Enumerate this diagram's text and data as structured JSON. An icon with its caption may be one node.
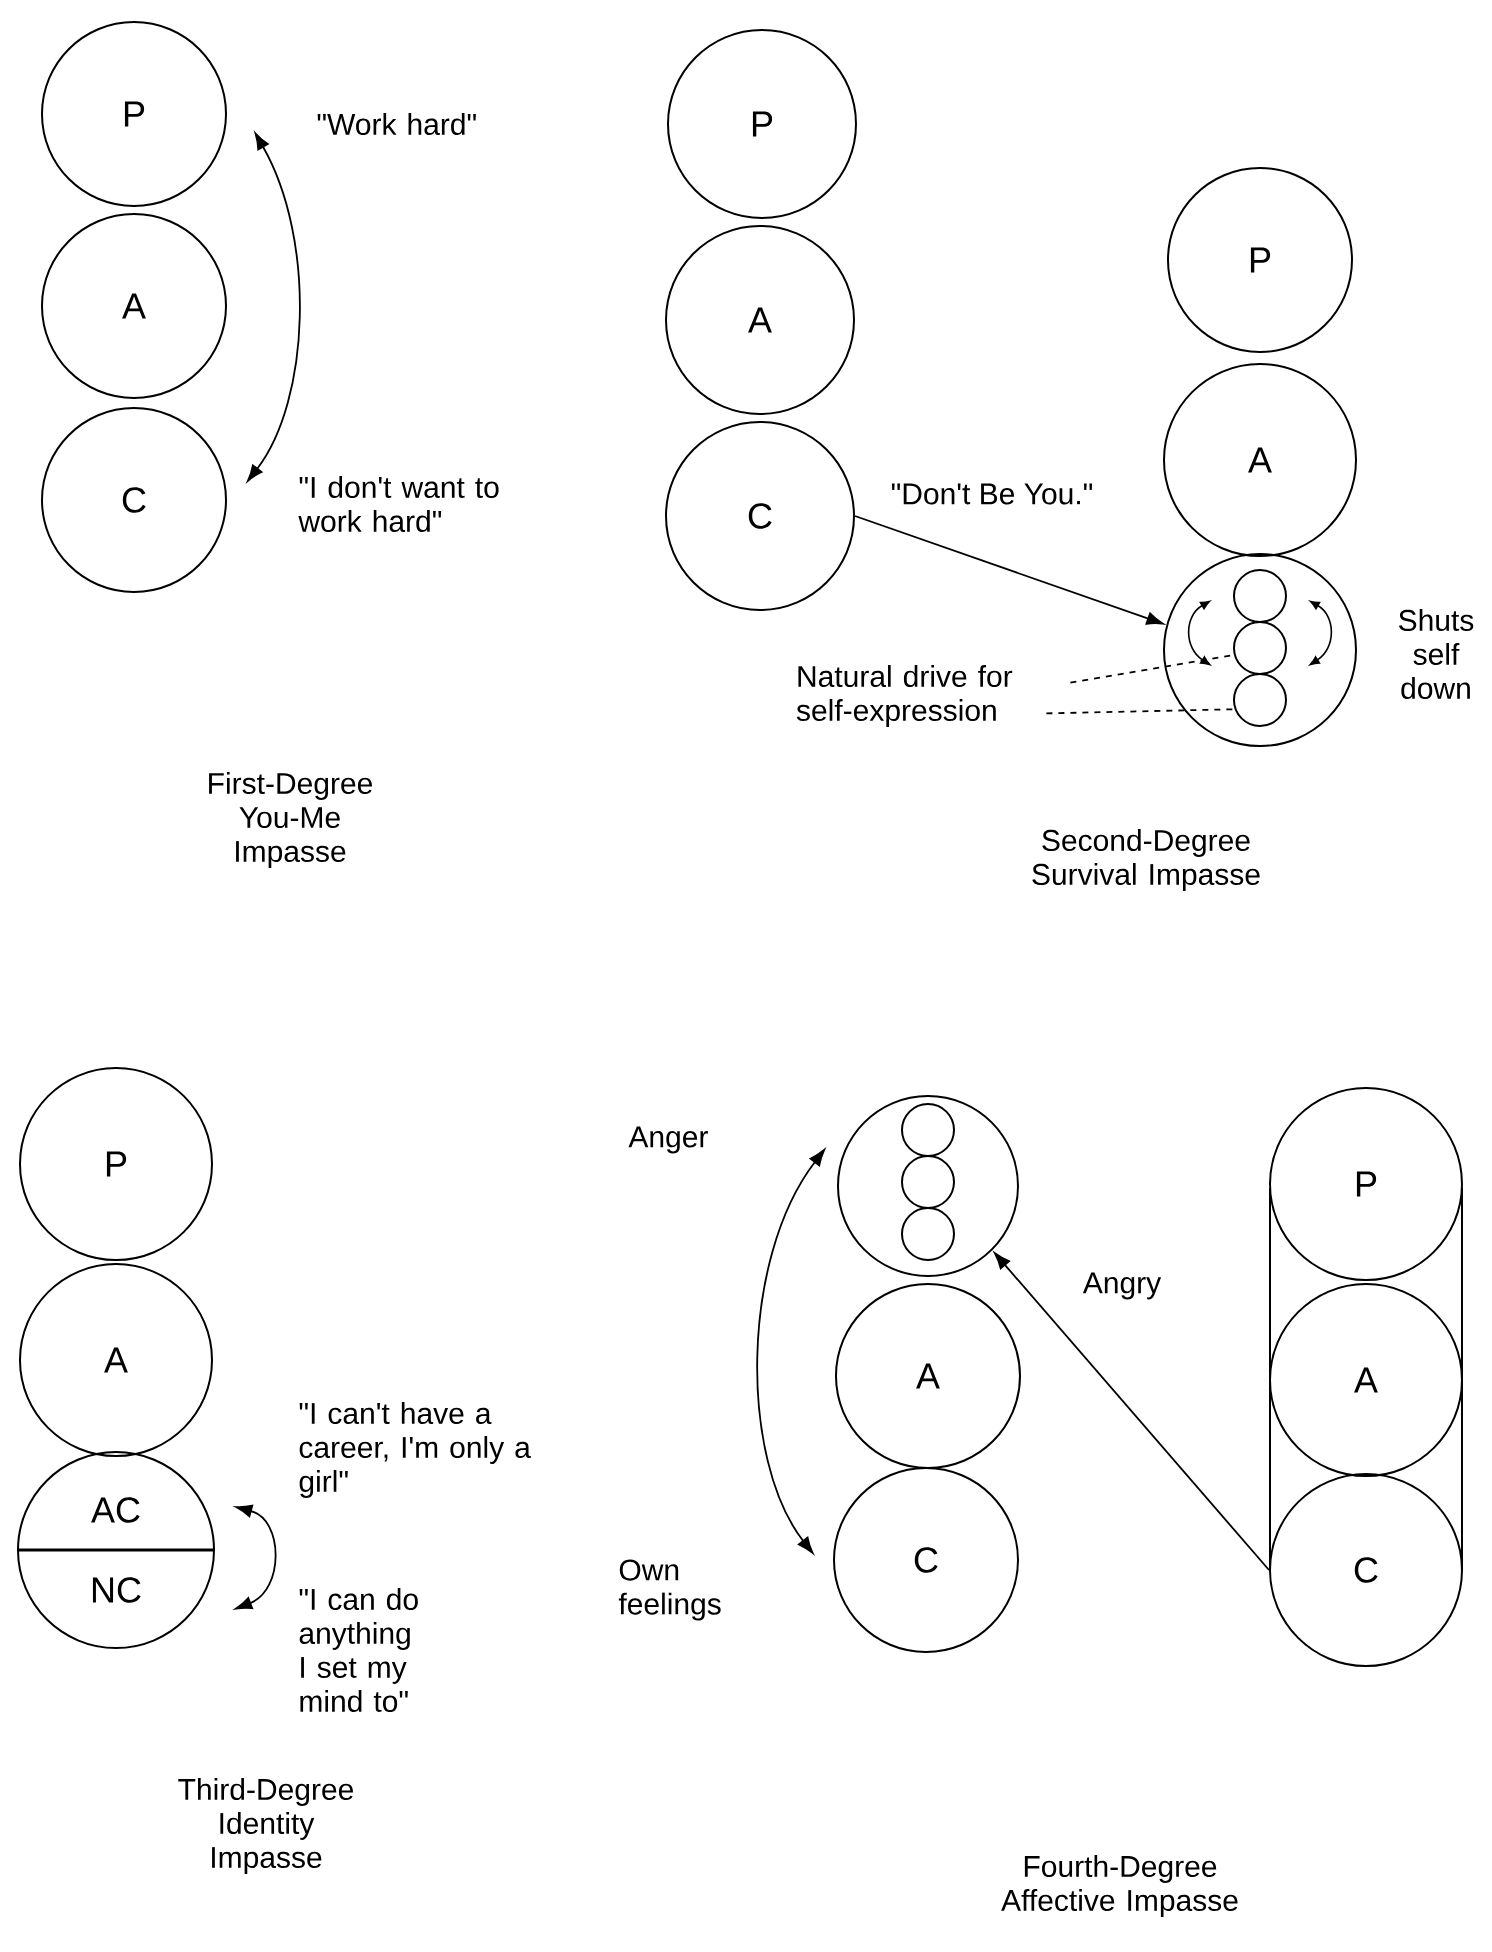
{
  "diagram": {
    "nodes": [
      {
        "text": [
          "P"
        ],
        "beside": [
          "\"Work hard\""
        ]
      },
      {
        "text": [
          "A"
        ]
      },
      {
        "text": [
          "C"
        ],
        "beside": [
          "\"I don't want to work hard\""
        ]
      },
      {
        "text": [
          "P"
        ]
      },
      {
        "text": [
          "A"
        ]
      },
      {
        "text": [
          "C"
        ]
      },
      {
        "text": [
          "P"
        ]
      },
      {
        "text": [
          "A"
        ]
      },
      {
        "text": [],
        "shape": "circle"
      },
      {
        "text": [],
        "shape": "circle",
        "in": 8
      },
      {
        "text": [],
        "shape": "circle",
        "in": 8
      },
      {
        "text": [],
        "shape": "circle",
        "in": 8
      },
      {
        "text": [
          "Natural drive for self-expression"
        ]
      },
      {
        "text": [
          "P"
        ]
      },
      {
        "text": [
          "A"
        ]
      },
      {
        "text": [],
        "shape": "circle"
      },
      {
        "text": [
          "AC"
        ],
        "in": 15
      },
      {
        "text": [
          "NC"
        ],
        "in": 15
      },
      {
        "text": [],
        "shape": "circle"
      },
      {
        "text": [],
        "shape": "circle",
        "in": 18
      },
      {
        "text": [],
        "shape": "circle",
        "in": 18
      },
      {
        "text": [],
        "shape": "circle",
        "in": 18
      },
      {
        "text": [
          "A"
        ]
      },
      {
        "text": [
          "C"
        ],
        "beside": [
          "Own feelings"
        ]
      },
      {
        "text": [
          "P"
        ]
      },
      {
        "text": [
          "A"
        ]
      },
      {
        "text": [
          "C"
        ]
      }
    ],
    "edges": [
      {
        "from": 0,
        "to": 2,
        "arrow": "both"
      },
      {
        "from": 5,
        "to": 8,
        "arrow": "to",
        "label": "\"Don't Be You.\""
      },
      {
        "from": 12,
        "to": 10,
        "arrow": "none",
        "style": "dashed"
      },
      {
        "from": 12,
        "to": 11,
        "arrow": "none",
        "style": "dashed"
      },
      {
        "from": 16,
        "to": 17,
        "arrow": "both"
      },
      {
        "from": 26,
        "to": 18,
        "arrow": "to",
        "label": "Angry"
      },
      {
        "from": 18,
        "to": 23,
        "arrow": "both"
      }
    ],
    "labels": [
      "First-Degree You-Me Impasse",
      "Shuts self down",
      "Second-Degree Survival Impasse",
      "Anger",
      "\"I can't have a career, I'm only a girl\"",
      "\"I can do anything I set my mind to\"",
      "Third-Degree Identity Impasse",
      "Fourth-Degree Affective Impasse"
    ]
  }
}
